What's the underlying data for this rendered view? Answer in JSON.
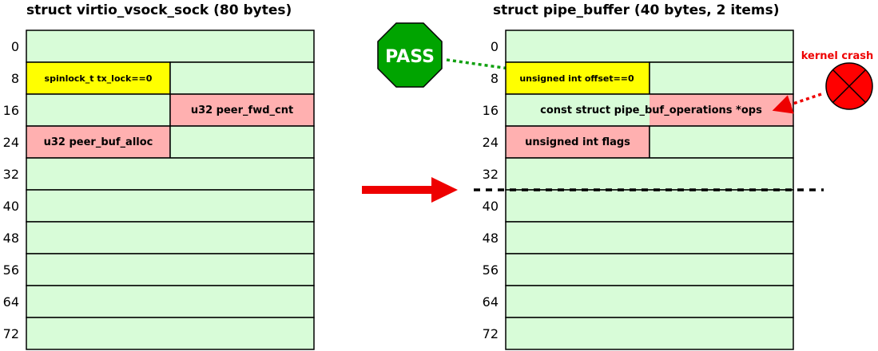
{
  "left": {
    "title": "struct virtio_vsock_sock (80 bytes)",
    "offsets": [
      "0",
      "8",
      "16",
      "24",
      "32",
      "40",
      "48",
      "56",
      "64",
      "72"
    ],
    "fields": {
      "tx_lock": "spinlock_t tx_lock==0",
      "peer_fwd_cnt": "u32 peer_fwd_cnt",
      "peer_buf_alloc": "u32 peer_buf_alloc"
    }
  },
  "right": {
    "title": "struct pipe_buffer (40 bytes, 2 items)",
    "offsets": [
      "0",
      "8",
      "16",
      "24",
      "32",
      "40",
      "48",
      "56",
      "64",
      "72"
    ],
    "fields": {
      "offset": "unsigned int offset==0",
      "ops": "const struct pipe_buf_operations *ops",
      "flags": "unsigned int flags"
    }
  },
  "pass_sign": {
    "label": "PASS"
  },
  "crash_marker": {
    "label": "kernel crash"
  },
  "colors": {
    "free": "#d8fcd8",
    "yellow": "#ffff00",
    "pink": "#ffb0b0",
    "pass_green": "#00a400",
    "crash_red": "#ff0000",
    "arrow_red": "#ee0000",
    "dots_green": "#10a010"
  }
}
